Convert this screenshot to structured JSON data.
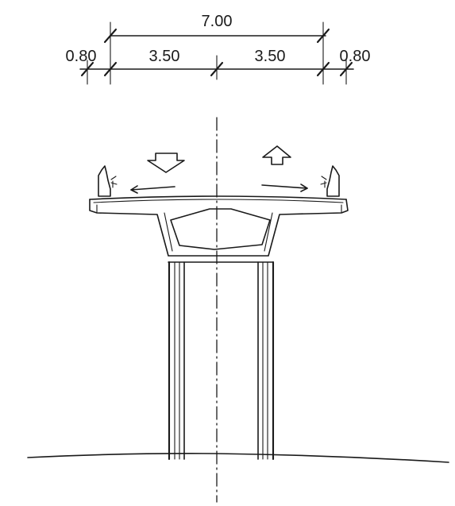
{
  "dimensions": {
    "total_width": "7.00",
    "left_lane": "3.50",
    "right_lane": "3.50",
    "left_cap": "0.80",
    "right_cap": "0.80"
  }
}
